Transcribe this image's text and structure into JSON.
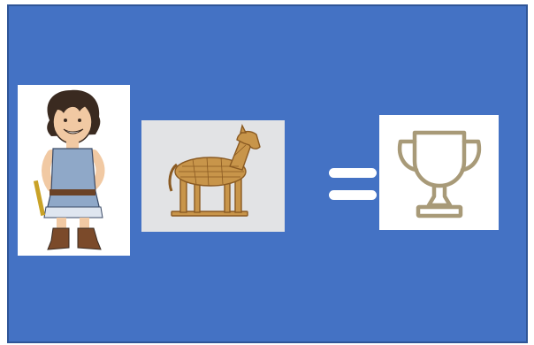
{
  "scene": {
    "background_color": "#4472c4",
    "border_color": "#2f5597",
    "items": [
      {
        "name": "greek-warrior",
        "icon": "cartoon-greek-warrior-illustration"
      },
      {
        "name": "trojan-horse",
        "icon": "wooden-trojan-horse-illustration",
        "card_color": "#e2e3e5"
      },
      {
        "name": "equals-sign",
        "icon": "equals-icon",
        "color": "#ffffff"
      },
      {
        "name": "trophy",
        "icon": "trophy-outline-icon",
        "color": "#a89a78"
      }
    ]
  }
}
